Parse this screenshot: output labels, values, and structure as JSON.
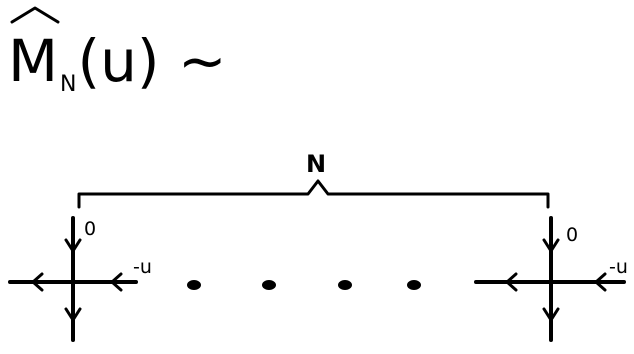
{
  "formula": {
    "symbol": "M",
    "subscript": "N",
    "argument": "(u)",
    "relation": "~"
  },
  "brace_label": "N",
  "left_vertex": {
    "top_label": "0",
    "right_label": "-u"
  },
  "right_vertex": {
    "top_label": "0",
    "right_label": "-u"
  },
  "dots_count": 4
}
